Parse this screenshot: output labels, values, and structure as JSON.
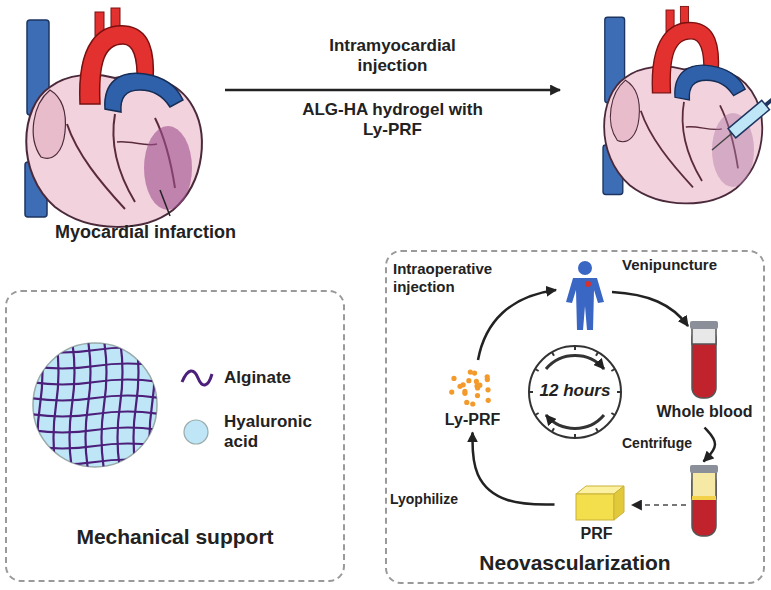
{
  "diagram": {
    "nodes": [
      {
        "text": [
          "Mechanical support"
        ]
      },
      {
        "text": [
          "Neovascularization"
        ]
      },
      {
        "text": [
          "Whole blood"
        ],
        "in": 1
      },
      {
        "text": [
          "PRF"
        ],
        "in": 1
      },
      {
        "text": [
          "Ly-PRF"
        ],
        "in": 1
      }
    ],
    "edges": [
      {
        "from": 2,
        "to": 3,
        "label": "Centrifuge",
        "arrow": "to"
      },
      {
        "from": 3,
        "to": 4,
        "label": "Lyophilize",
        "arrow": "to"
      }
    ],
    "labels": [
      "Intramyocardial injection",
      "ALG-HA hydrogel with Ly-PRF",
      "Myocardial infarction",
      "Intraoperative injection",
      "Venipuncture",
      "12 hours"
    ],
    "legend": [
      {
        "text": "Alginate"
      },
      {
        "text": "Hyaluronic acid",
        "color": "#bfe6f7"
      }
    ]
  }
}
